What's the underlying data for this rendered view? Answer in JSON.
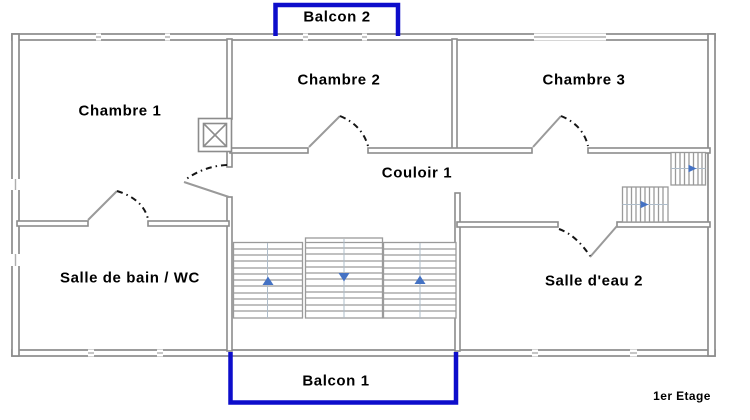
{
  "rooms": {
    "chambre1": {
      "label": "Chambre 1"
    },
    "chambre2": {
      "label": "Chambre 2"
    },
    "chambre3": {
      "label": "Chambre 3"
    },
    "couloir1": {
      "label": "Couloir 1"
    },
    "salle_de_bain": {
      "label": "Salle de bain / WC"
    },
    "salle_eau2": {
      "label": "Salle d'eau 2"
    }
  },
  "balconies": {
    "balcon1": {
      "label": "Balcon 1"
    },
    "balcon2": {
      "label": "Balcon 2"
    }
  },
  "floor_label": "1er Etage",
  "stairs": {
    "main": {
      "left_arrow": "up",
      "middle_arrow": "down",
      "right_arrow": "up"
    },
    "upper_flights": {
      "lower_arrow": "right",
      "upper_arrow": "right"
    }
  },
  "colors": {
    "wall": "#8c8c8c",
    "stair_line": "#9a9a9a",
    "balcony": "#0d0dcb",
    "stair_arrow": "#4472c4",
    "door_arc": "#151515",
    "label_text": "#000000"
  }
}
